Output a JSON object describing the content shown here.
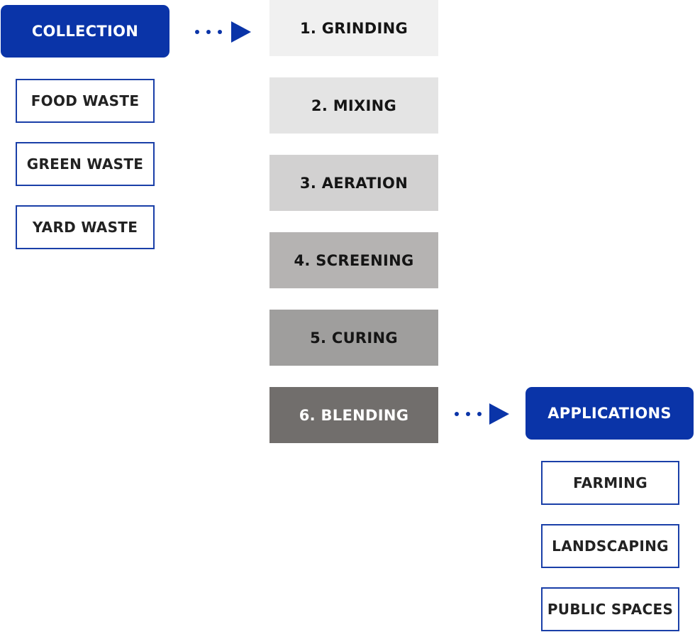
{
  "collection": {
    "title": "COLLECTION",
    "items": [
      "FOOD WASTE",
      "GREEN WASTE",
      "YARD WASTE"
    ]
  },
  "process_steps": [
    {
      "label": "1. GRINDING"
    },
    {
      "label": "2. MIXING"
    },
    {
      "label": "3. AERATION"
    },
    {
      "label": "4. SCREENING"
    },
    {
      "label": "5. CURING"
    },
    {
      "label": "6. BLENDING"
    }
  ],
  "applications": {
    "title": "APPLICATIONS",
    "items": [
      "FARMING",
      "LANDSCAPING",
      "PUBLIC SPACES"
    ]
  },
  "colors": {
    "accent_blue": "#0a34a8",
    "border_blue": "#1a3fa8",
    "step_fills": [
      "#f0f0f0",
      "#e4e4e4",
      "#d2d1d1",
      "#b5b3b2",
      "#9f9e9d",
      "#716e6c"
    ],
    "step_text": [
      "#151515",
      "#151515",
      "#151515",
      "#151515",
      "#151515",
      "#ffffff"
    ]
  }
}
